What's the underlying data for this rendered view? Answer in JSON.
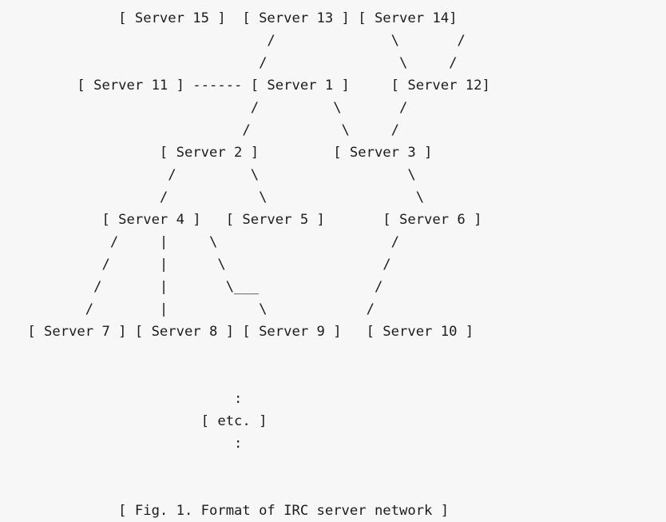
{
  "figure": {
    "background_color": "#f7f7f7",
    "text_color": "#1b1b1b",
    "caption": "[ Fig. 1. Format of IRC server network ]",
    "caption_number": "Fig. 1.",
    "caption_title": "Format of IRC server network",
    "continuation_marker": "[ etc. ]",
    "vertical_ellipsis": ":"
  },
  "nodes": [
    {
      "id": 15,
      "label": "[ Server 15 ]",
      "row": 0,
      "col": 12
    },
    {
      "id": 13,
      "label": "[ Server 13 ]",
      "row": 0,
      "col": 27
    },
    {
      "id": 14,
      "label": "[ Server 14]",
      "row": 0,
      "col": 41
    },
    {
      "id": 11,
      "label": "[ Server 11 ]",
      "row": 3,
      "col": 7
    },
    {
      "id": 1,
      "label": "[ Server 1 ]",
      "row": 3,
      "col": 28
    },
    {
      "id": 12,
      "label": "[ Server 12]",
      "row": 3,
      "col": 47
    },
    {
      "id": 2,
      "label": "[ Server 2 ]",
      "row": 6,
      "col": 17
    },
    {
      "id": 3,
      "label": "[ Server 3 ]",
      "row": 6,
      "col": 39
    },
    {
      "id": 4,
      "label": "[ Server 4 ]",
      "row": 9,
      "col": 10
    },
    {
      "id": 5,
      "label": "[ Server 5 ]",
      "row": 9,
      "col": 26
    },
    {
      "id": 6,
      "label": "[ Server 6 ]",
      "row": 9,
      "col": 47
    },
    {
      "id": 7,
      "label": "[ Server 7 ]",
      "row": 14,
      "col": 0
    },
    {
      "id": 8,
      "label": "[ Server 8 ]",
      "row": 14,
      "col": 13
    },
    {
      "id": 9,
      "label": "[ Server 9 ]",
      "row": 14,
      "col": 26
    },
    {
      "id": 10,
      "label": "[ Server 10 ]",
      "row": 14,
      "col": 41
    }
  ],
  "edges": [
    {
      "from": 13,
      "to": 1,
      "glyph": "/"
    },
    {
      "from": 14,
      "to": 12,
      "glyph": "\\"
    },
    {
      "from": 12,
      "to": "right-peer",
      "glyph": "/"
    },
    {
      "from": 11,
      "to": 1,
      "glyph": "------"
    },
    {
      "from": 1,
      "to": 2,
      "glyph": "/"
    },
    {
      "from": 1,
      "to": 3,
      "glyph": "\\"
    },
    {
      "from": 12,
      "to": 3,
      "glyph": "/"
    },
    {
      "from": 2,
      "to": 4,
      "glyph": "/"
    },
    {
      "from": 2,
      "to": 5,
      "glyph": "\\"
    },
    {
      "from": 3,
      "to": 6,
      "glyph": "\\"
    },
    {
      "from": 4,
      "to": 7,
      "glyph": "/"
    },
    {
      "from": 4,
      "to": 8,
      "glyph": "|"
    },
    {
      "from": 4,
      "to": 9,
      "glyph": "\\___"
    },
    {
      "from": 6,
      "to": 10,
      "glyph": "/"
    }
  ],
  "art": "            [ Server 15 ]  [ Server 13 ] [ Server 14]\n                              /              \\       /\n                             /                \\     /\n       [ Server 11 ] ------ [ Server 1 ]     [ Server 12]\n                            /         \\       /\n                           /           \\     /\n                 [ Server 2 ]         [ Server 3 ]\n                  /         \\                  \\\n                 /           \\                  \\\n          [ Server 4 ]   [ Server 5 ]       [ Server 6 ]\n           /     |     \\                     /\n          /      |      \\                   /\n         /       |       \\___              /\n        /        |           \\            /\n [ Server 7 ] [ Server 8 ] [ Server 9 ]   [ Server 10 ]\n\n\n                          :\n                      [ etc. ]\n                          :\n\n\n            [ Fig. 1. Format of IRC server network ]"
}
